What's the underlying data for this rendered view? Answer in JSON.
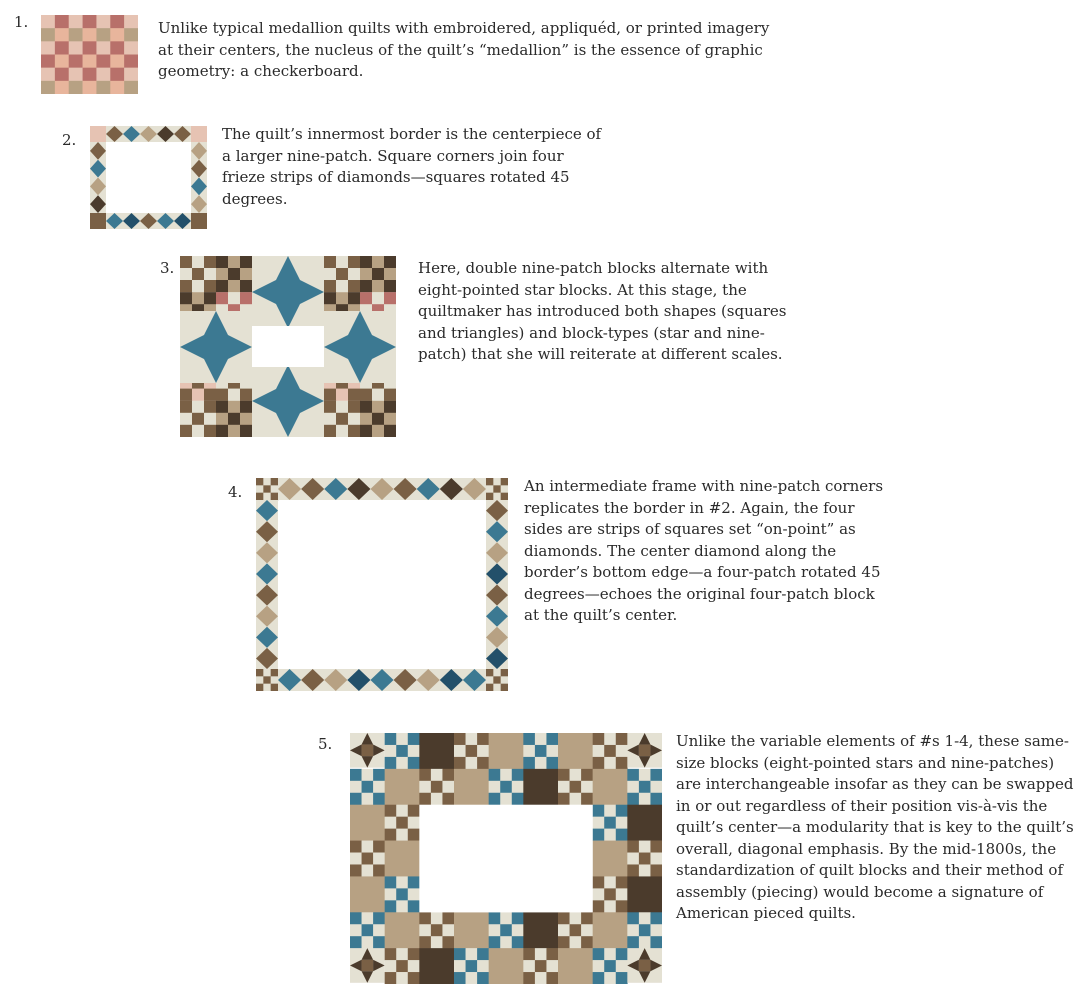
{
  "steps": [
    {
      "number": "1.",
      "text": "Unlike typical medallion quilts with embroidered, appliquéd, or printed imagery at their centers, the nucleus of the quilt’s “medallion” is the essence of graphic geometry: a checkerboard."
    },
    {
      "number": "2.",
      "text": "The quilt’s innermost border is the centerpiece of a larger nine-patch. Square corners join four frieze strips of diamonds—squares rotated 45 degrees."
    },
    {
      "number": "3.",
      "text": "Here, double nine-patch blocks alternate with eight-pointed star blocks. At this stage, the quiltmaker has introduced both shapes (squares and triangles) and block-types (star and nine-patch) that she will reiterate at different scales."
    },
    {
      "number": "4.",
      "text": "An intermediate frame with nine-patch corners replicates the border in #2. Again, the four sides are strips of squares set “on-point” as diamonds. The center diamond along the border’s bottom edge—a four-patch rotated 45 degrees—echoes the original four-patch block at the quilt’s center."
    },
    {
      "number": "5.",
      "text": "Unlike the variable elements of #s 1-4, these same-size blocks (eight-pointed stars and nine-patches) are interchangeable insofar as they can be swapped in or out regardless of their position vis-à-vis the quilt’s center—a modularity that is key to the quilt’s overall, diagonal emphasis. By the mid-1800s, the standardization of quilt blocks and their method of assembly (piecing) would become a signature of American pieced quilts."
    }
  ],
  "figures": [
    {
      "name": "checkerboard-medallion"
    },
    {
      "name": "innermost-diamond-border"
    },
    {
      "name": "star-and-nine-patch-ring"
    },
    {
      "name": "intermediate-diamond-frame"
    },
    {
      "name": "outer-block-ring"
    }
  ],
  "colors": {
    "cream": "#e4e1d3",
    "blush": "#e6c3b3",
    "rose": "#b8706a",
    "peach": "#e8b59c",
    "teal": "#3c7992",
    "tan": "#b7a183",
    "brown": "#7a6045",
    "dark_brown": "#4b3b2c",
    "navy": "#23506a"
  }
}
